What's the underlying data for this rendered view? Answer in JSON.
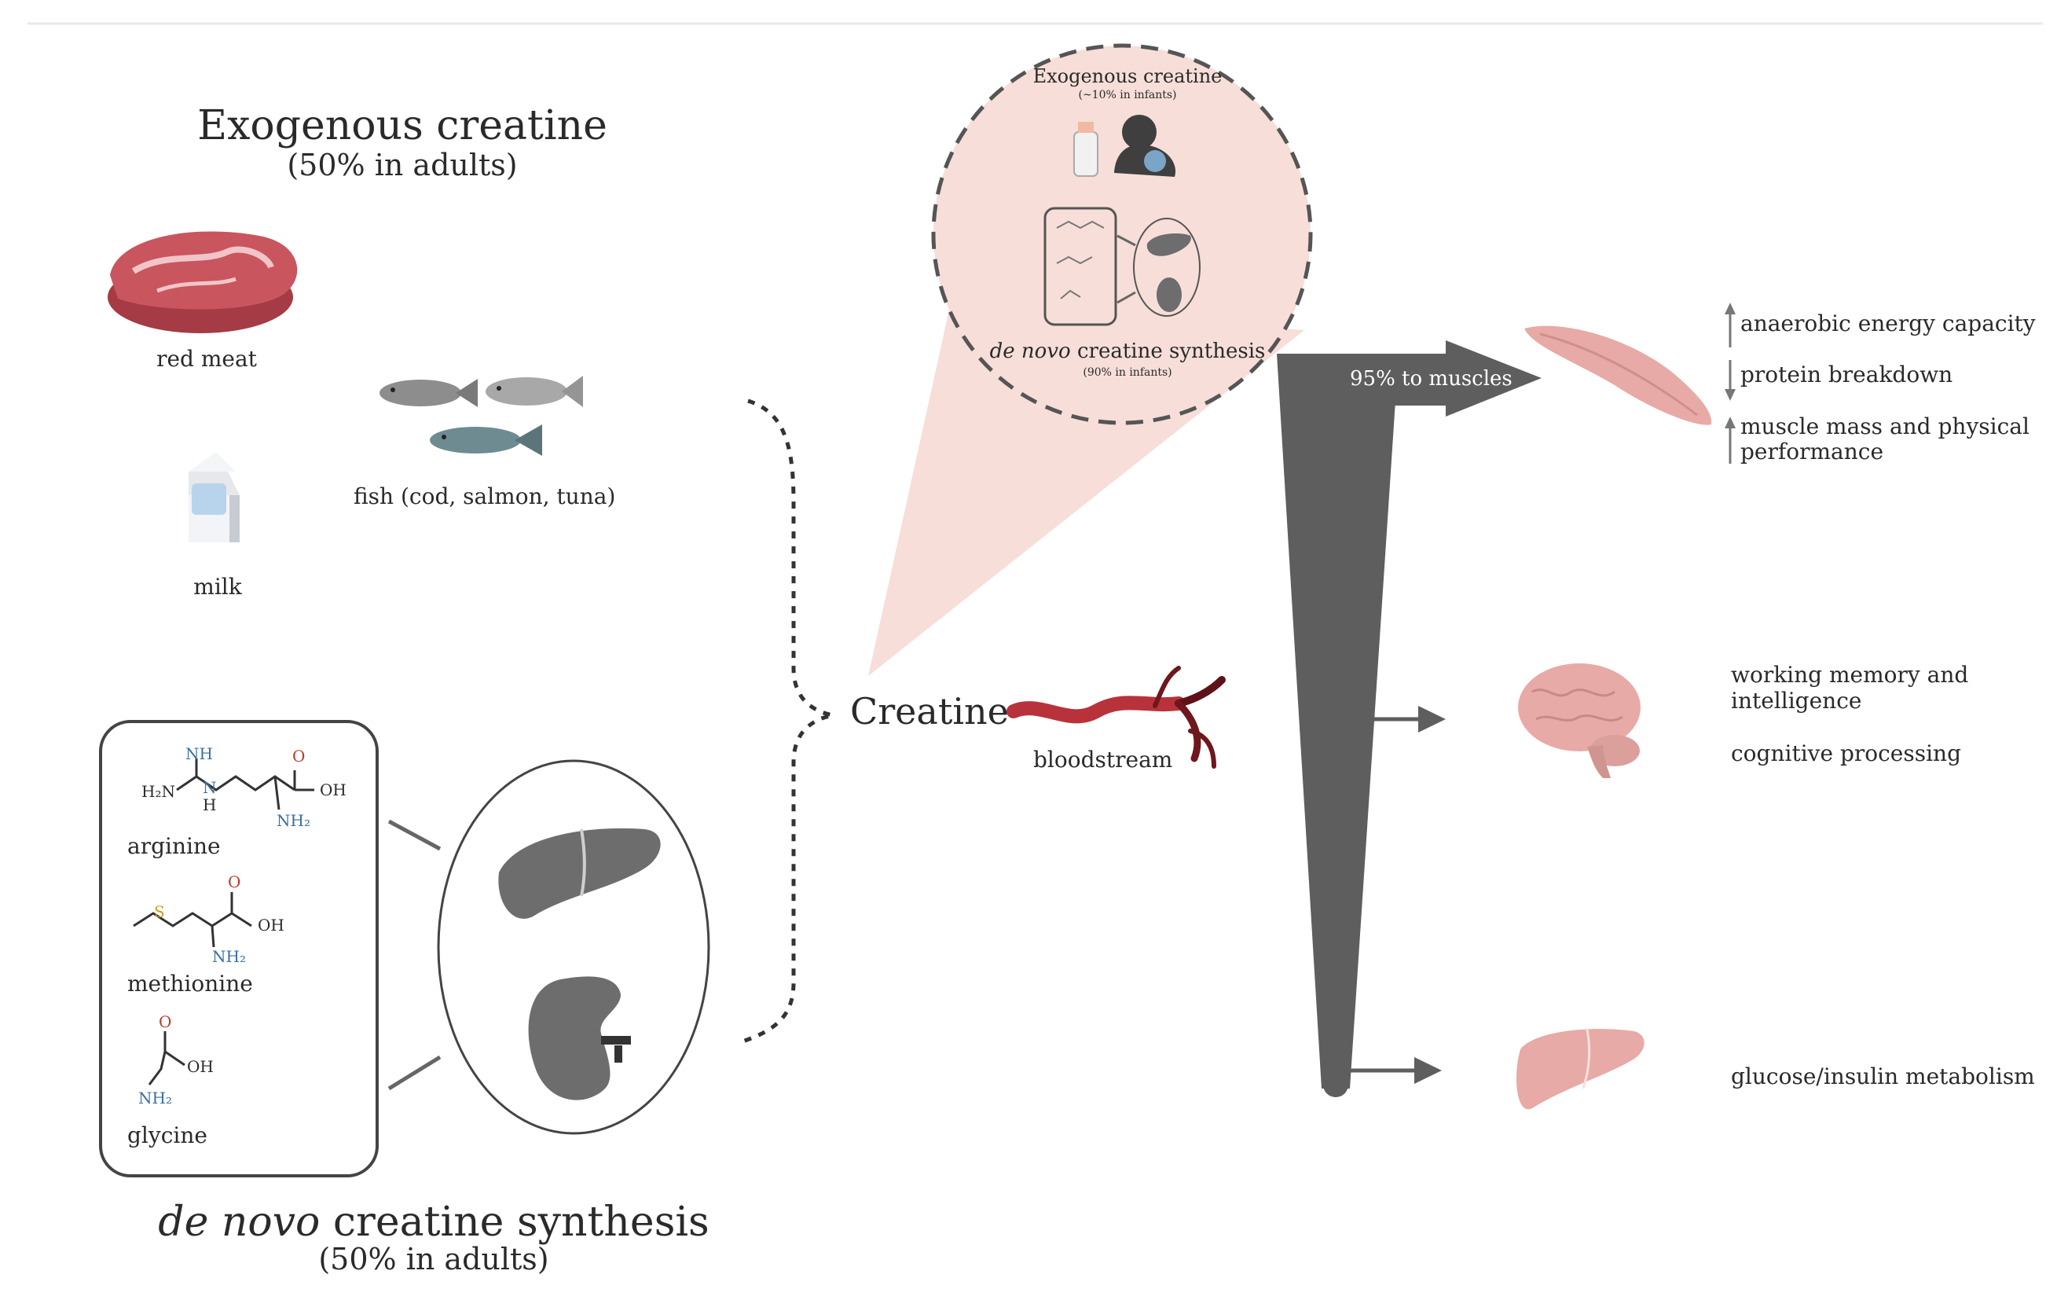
{
  "exogenous": {
    "title": "Exogenous creatine",
    "subtitle": "(50% in adults)",
    "red_meat": "red meat",
    "milk": "milk",
    "fish": "fish (cod, salmon, tuna)"
  },
  "de_novo": {
    "title_italic": "de novo",
    "title_rest": "creatine synthesis",
    "subtitle": "(50% in adults)",
    "arginine": "arginine",
    "methionine": "methionine",
    "glycine": "glycine",
    "chem": {
      "nh": "NH",
      "h2n": "H₂N",
      "n": "N",
      "h": "H",
      "o": "O",
      "oh": "OH",
      "nh2": "NH₂",
      "s": "S"
    }
  },
  "infant": {
    "exo_title": "Exogenous creatine",
    "exo_sub": "(~10% in infants)",
    "denovo_italic": "de novo",
    "denovo_rest": "creatine synthesis",
    "denovo_sub": "(90% in infants)"
  },
  "center": {
    "creatine": "Creatine",
    "bloodstream": "bloodstream"
  },
  "outcomes": {
    "muscles_label": "95% to muscles",
    "muscle_effects": [
      {
        "direction": "up",
        "text": "anaerobic energy capacity"
      },
      {
        "direction": "down",
        "text": "protein breakdown"
      },
      {
        "direction": "up",
        "text": "muscle mass and physical",
        "text2": "performance"
      }
    ],
    "brain_effects": [
      "working memory and",
      "intelligence",
      "cognitive processing"
    ],
    "liver_effect": "glucose/insulin metabolism"
  },
  "colors": {
    "meat": "#c9555f",
    "flow": "#5e5e5e",
    "organ_gray": "#6d6d6d",
    "pink_organ": "#e8aaa6",
    "zoom_fill": "#f7ded8",
    "blood": "#b8323b"
  }
}
